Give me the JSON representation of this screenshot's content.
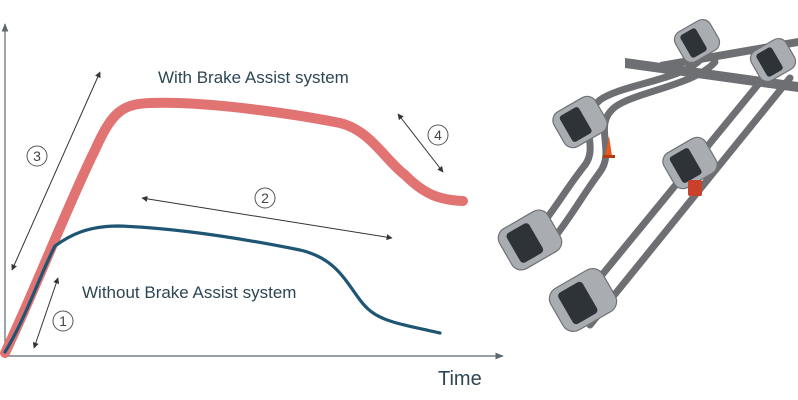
{
  "graph": {
    "x_axis_label": "Time",
    "with_label": "With Brake Assist system",
    "without_label": "Without Brake Assist system",
    "markers": [
      "1",
      "2",
      "3",
      "4"
    ],
    "colors": {
      "with_curve": "#e27373",
      "without_curve": "#1e5573",
      "axis": "#5a6770",
      "text": "#2d4654"
    }
  },
  "illustration": {
    "subject": "cars-on-test-track",
    "car_color": "#a9acb0",
    "track_color": "#6e6f72",
    "cone_color": "#e8581f",
    "obstacle_color": "#c7412b"
  }
}
